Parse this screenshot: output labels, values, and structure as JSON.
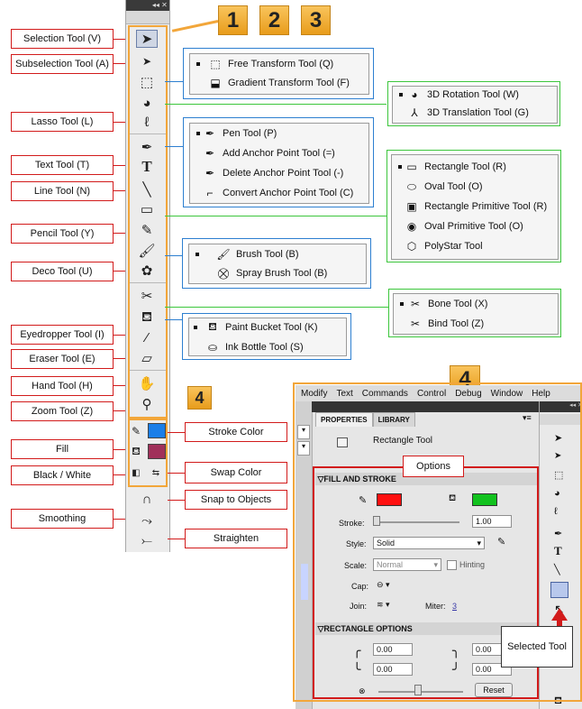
{
  "labels_left": [
    "Selection Tool (V)",
    "Subselection Tool (A)",
    "Lasso Tool (L)",
    "Text Tool (T)",
    "Line Tool (N)",
    "Pencil Tool (Y)",
    "Deco Tool (U)",
    "Eyedropper Tool (I)",
    "Eraser Tool (E)",
    "Hand Tool (H)",
    "Zoom Tool (Z)",
    "Fill",
    "Black / White",
    "Smoothing"
  ],
  "labels_right": {
    "stroke_color": "Stroke Color",
    "swap_color": "Swap Color",
    "snap": "Snap to Objects",
    "straighten": "Straighten"
  },
  "badges": [
    "1",
    "2",
    "3",
    "4",
    "4"
  ],
  "groups": {
    "transform": [
      "Free Transform Tool (Q)",
      "Gradient Transform Tool (F)"
    ],
    "rotation3d": [
      "3D Rotation Tool (W)",
      "3D Translation Tool (G)"
    ],
    "pen": [
      "Pen Tool (P)",
      "Add Anchor Point Tool (=)",
      "Delete Anchor Point Tool (-)",
      "Convert Anchor Point Tool (C)"
    ],
    "shapes": [
      "Rectangle Tool (R)",
      "Oval Tool (O)",
      "Rectangle Primitive Tool (R)",
      "Oval Primitive Tool (O)",
      "PolyStar Tool"
    ],
    "brush": [
      "Brush Tool (B)",
      "Spray Brush Tool (B)"
    ],
    "bone": [
      "Bone Tool (X)",
      "Bind Tool (Z)"
    ],
    "bucket": [
      "Paint Bucket Tool (K)",
      "Ink Bottle Tool (S)"
    ]
  },
  "colors": {
    "stroke_swatch": "#1a7ee8",
    "fill_swatch": "#a0305a",
    "prop_stroke": "#ff1010",
    "prop_fill": "#12c21e",
    "orange": "#f2a63a",
    "red": "#d21b1b"
  },
  "menubar": [
    "Modify",
    "Text",
    "Commands",
    "Control",
    "Debug",
    "Window",
    "Help"
  ],
  "properties": {
    "tabs": [
      "PROPERTIES",
      "LIBRARY"
    ],
    "tool_name": "Rectangle Tool",
    "options_label": "Options",
    "fill_stroke_header": "FILL AND STROKE",
    "stroke_label": "Stroke:",
    "stroke_value": "1.00",
    "style_label": "Style:",
    "style_value": "Solid",
    "scale_label": "Scale:",
    "scale_value": "Normal",
    "hinting_label": "Hinting",
    "cap_label": "Cap:",
    "join_label": "Join:",
    "miter_label": "Miter:",
    "miter_value": "3",
    "rect_options_header": "RECTANGLE OPTIONS",
    "corner_values": [
      "0.00",
      "0.00",
      "0.00",
      "0.00"
    ],
    "reset_label": "Reset"
  },
  "selected_tool_label": "Selected Tool"
}
